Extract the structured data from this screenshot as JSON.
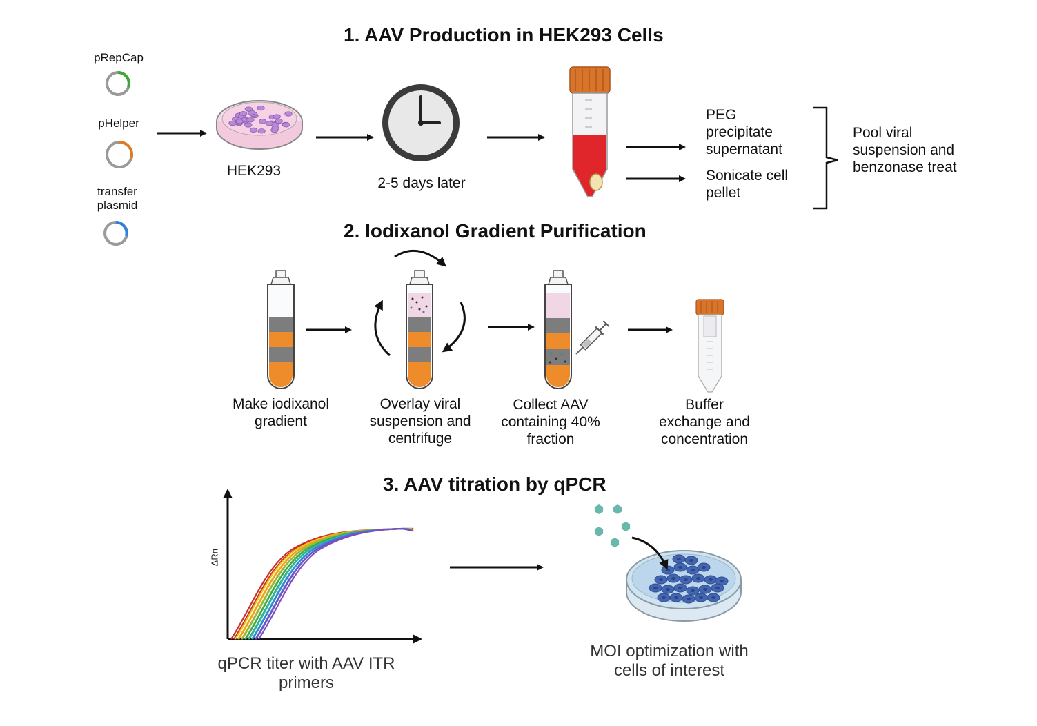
{
  "titles": {
    "section1": "1.  AAV Production in HEK293 Cells",
    "section2": "2. Iodixanol Gradient Purification",
    "section3": "3. AAV titration by qPCR"
  },
  "plasmids": [
    {
      "label": "pRepCap",
      "color": "#3aa832"
    },
    {
      "label": "pHelper",
      "color": "#e07b1f"
    },
    {
      "label": "transfer\nplasmid",
      "color": "#2f7fe0"
    }
  ],
  "step1": {
    "cells_label": "HEK293",
    "wait_label": "2-5 days later",
    "peg_label": "PEG\nprecipitate\nsupernatant",
    "sonicate_label": "Sonicate cell\npellet",
    "pool_label": "Pool viral\nsuspension and\nbenzonase treat"
  },
  "step2": {
    "make_label": "Make iodixanol\ngradient",
    "overlay_label": "Overlay viral\nsuspension and\ncentrifuge",
    "collect_label": "Collect AAV\ncontaining 40%\nfraction",
    "buffer_label": "Buffer\nexchange and\nconcentration"
  },
  "step3": {
    "axis_y_label": "ΔRn",
    "qpcr_label": "qPCR titer with AAV ITR\nprimers",
    "moi_label": "MOI optimization with\ncells of interest"
  },
  "colors": {
    "orange_cap": "#d8752a",
    "gradient_gray": "#7d7d7d",
    "gradient_orange": "#ee8c2c",
    "gradient_pink": "#f1d6e6",
    "red_media": "#e0252b",
    "cell_purple": "#b98ad8",
    "dish_pink": "#f6d2e4",
    "aav_teal": "#6ab8ac",
    "cell_blue": "#4466b0"
  },
  "curve_colors": [
    "#c9302c",
    "#e9c41a",
    "#f0a020",
    "#7cc24a",
    "#3fa84a",
    "#2bb6b6",
    "#3b7fd8",
    "#7a4fc2"
  ]
}
